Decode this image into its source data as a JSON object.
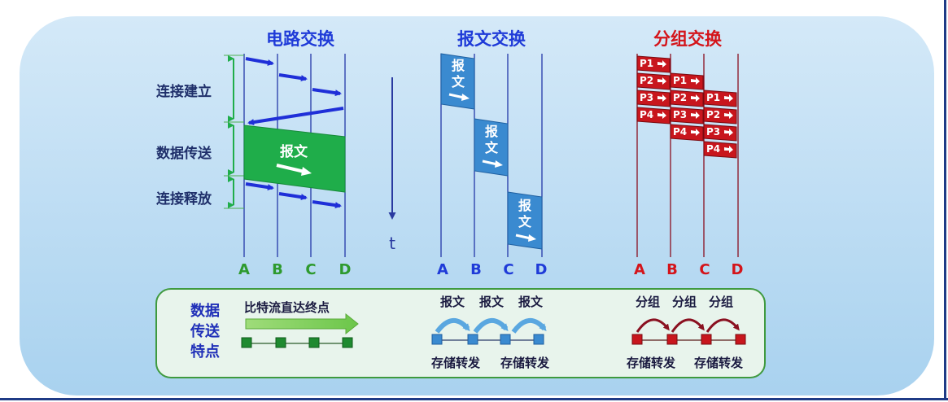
{
  "titles": {
    "circuit": "电路交换",
    "message": "报文交换",
    "packet": "分组交换"
  },
  "phases": {
    "setup": "连接建立",
    "transfer": "数据传送",
    "release": "连接释放"
  },
  "time_label": "t",
  "nodes": [
    "A",
    "B",
    "C",
    "D"
  ],
  "message_label": [
    "报",
    "文"
  ],
  "circuit_message_label": "报文",
  "packets": [
    "P1",
    "P2",
    "P3",
    "P4"
  ],
  "features": {
    "title_lines": [
      "数据",
      "传送",
      "特点"
    ],
    "circuit": "比特流直达终点",
    "message_labels": [
      "报文",
      "报文",
      "报文"
    ],
    "packet_labels": [
      "分组",
      "分组",
      "分组"
    ],
    "store_forward": "存储转发"
  },
  "colors": {
    "title_blue": "#1f3bd8",
    "title_red": "#d4141a",
    "node_green": "#2e9a2e",
    "node_blue": "#1f3bd8",
    "node_red": "#d4141a",
    "green_block": "#1fad4a",
    "message_block": "#3a8ad0",
    "packet_block": "#c8161d"
  }
}
